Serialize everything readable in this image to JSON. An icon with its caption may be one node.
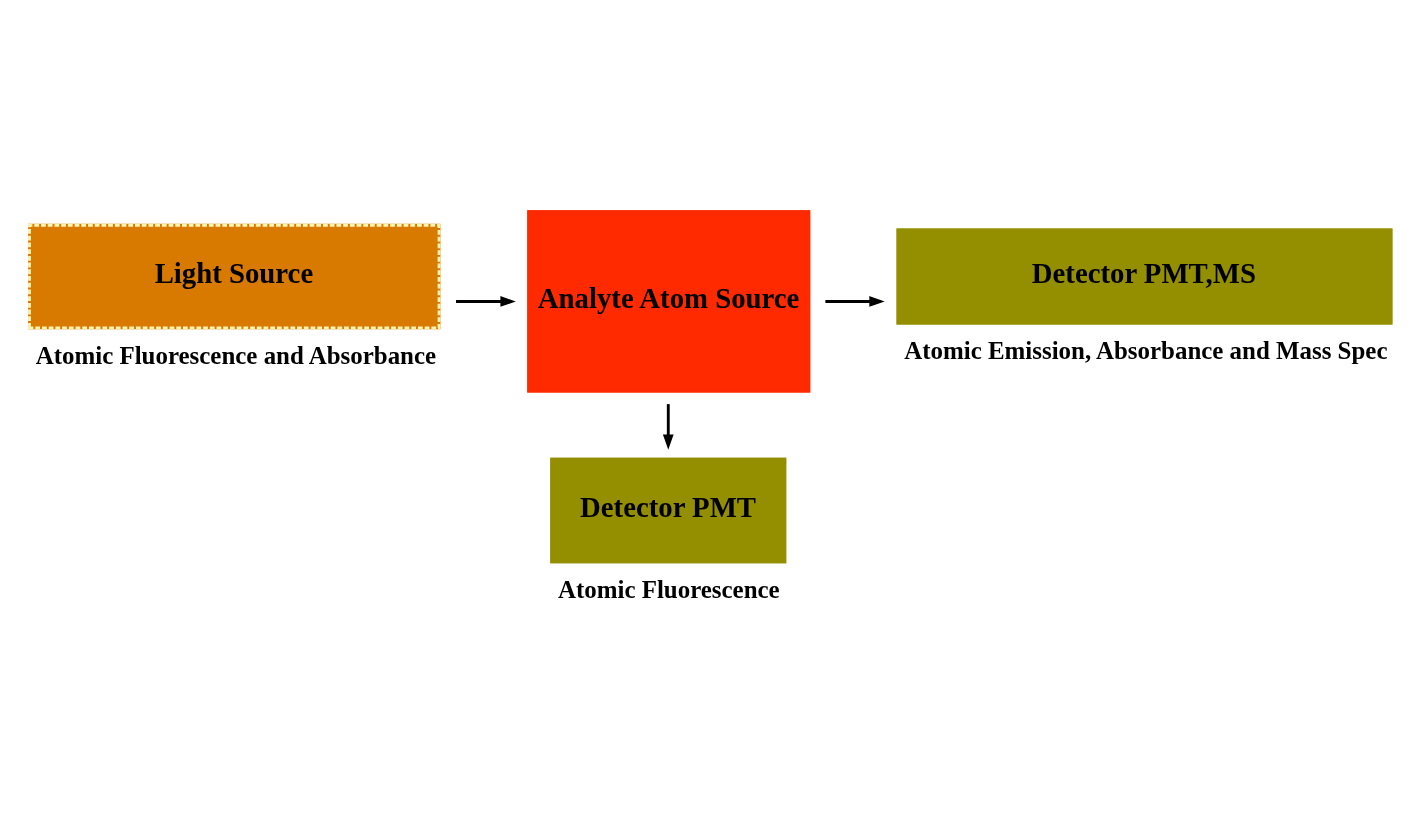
{
  "diagram": {
    "nodes": [
      {
        "text": [
          "Light Source"
        ],
        "beside": [
          "Atomic Fluorescence and Absorbance"
        ]
      },
      {
        "text": [
          "Analyte Atom Source"
        ]
      },
      {
        "text": [
          "Detector PMT,MS"
        ],
        "beside": [
          "Atomic Emission, Absorbance and Mass Spec"
        ]
      },
      {
        "text": [
          "Detector PMT"
        ],
        "beside": [
          "Atomic Fluorescence"
        ]
      }
    ],
    "edges": [
      {
        "from": 0,
        "to": 1,
        "arrow": "to"
      },
      {
        "from": 1,
        "to": 2,
        "arrow": "to"
      },
      {
        "from": 1,
        "to": 3,
        "arrow": "to"
      }
    ]
  }
}
